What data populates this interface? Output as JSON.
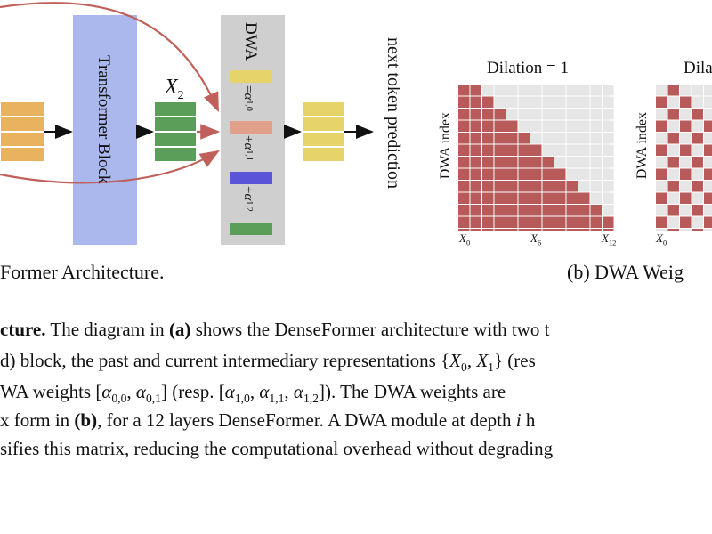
{
  "diagram_a": {
    "block_label": "Transformer Block",
    "x2_label": "X",
    "x2_sub": "2",
    "dwa_title": "DWA",
    "alpha_terms": [
      {
        "prefix": "=",
        "sym": "α",
        "sub": "1,0"
      },
      {
        "prefix": "+",
        "sym": "α",
        "sub": "1,1"
      },
      {
        "prefix": "+",
        "sym": "α",
        "sub": "1,2"
      }
    ],
    "next_token": "next token prediction",
    "subcaption": "Former Architecture."
  },
  "diagram_b": {
    "dilation1_title": "Dilation = 1",
    "dilation2_title": "Dila",
    "y_label": "DWA index",
    "x_ticks_1": [
      {
        "sym": "X",
        "sub": "0"
      },
      {
        "sym": "X",
        "sub": "6"
      },
      {
        "sym": "X",
        "sub": "12"
      }
    ],
    "x_ticks_2": [
      {
        "sym": "X",
        "sub": "0"
      }
    ],
    "subcaption": "(b) DWA Weig",
    "filled_color": "#b85a5a",
    "empty_color": "#e6e6e6"
  },
  "caption": {
    "line1_bold": "cture.",
    "line1_a": " The diagram in ",
    "line1_b": "(a)",
    "line1_c": " shows the DenseFormer architecture with two t",
    "line2_a": "d) block, the past and current intermediary representations {",
    "line2_m1": "X",
    "line2_s1": "0",
    "line2_sep": ", ",
    "line2_m2": "X",
    "line2_s2": "1",
    "line2_b": "} (res",
    "line3_a": "WA weights [",
    "line3_m": "α",
    "line3_s1": "0,0",
    "line3_s2": "0,1",
    "line3_b": "] (resp. [",
    "line3_s3": "1,0",
    "line3_s4": "1,1",
    "line3_s5": "1,2",
    "line3_c": "]). The DWA weights are",
    "line4_a": "x form in ",
    "line4_b": "(b)",
    "line4_c": ", for a 12 layers DenseFormer. A DWA module at depth ",
    "line4_i": "i",
    "line4_d": " h",
    "line5": "sifies this matrix, reducing the computational overhead without degrading"
  }
}
